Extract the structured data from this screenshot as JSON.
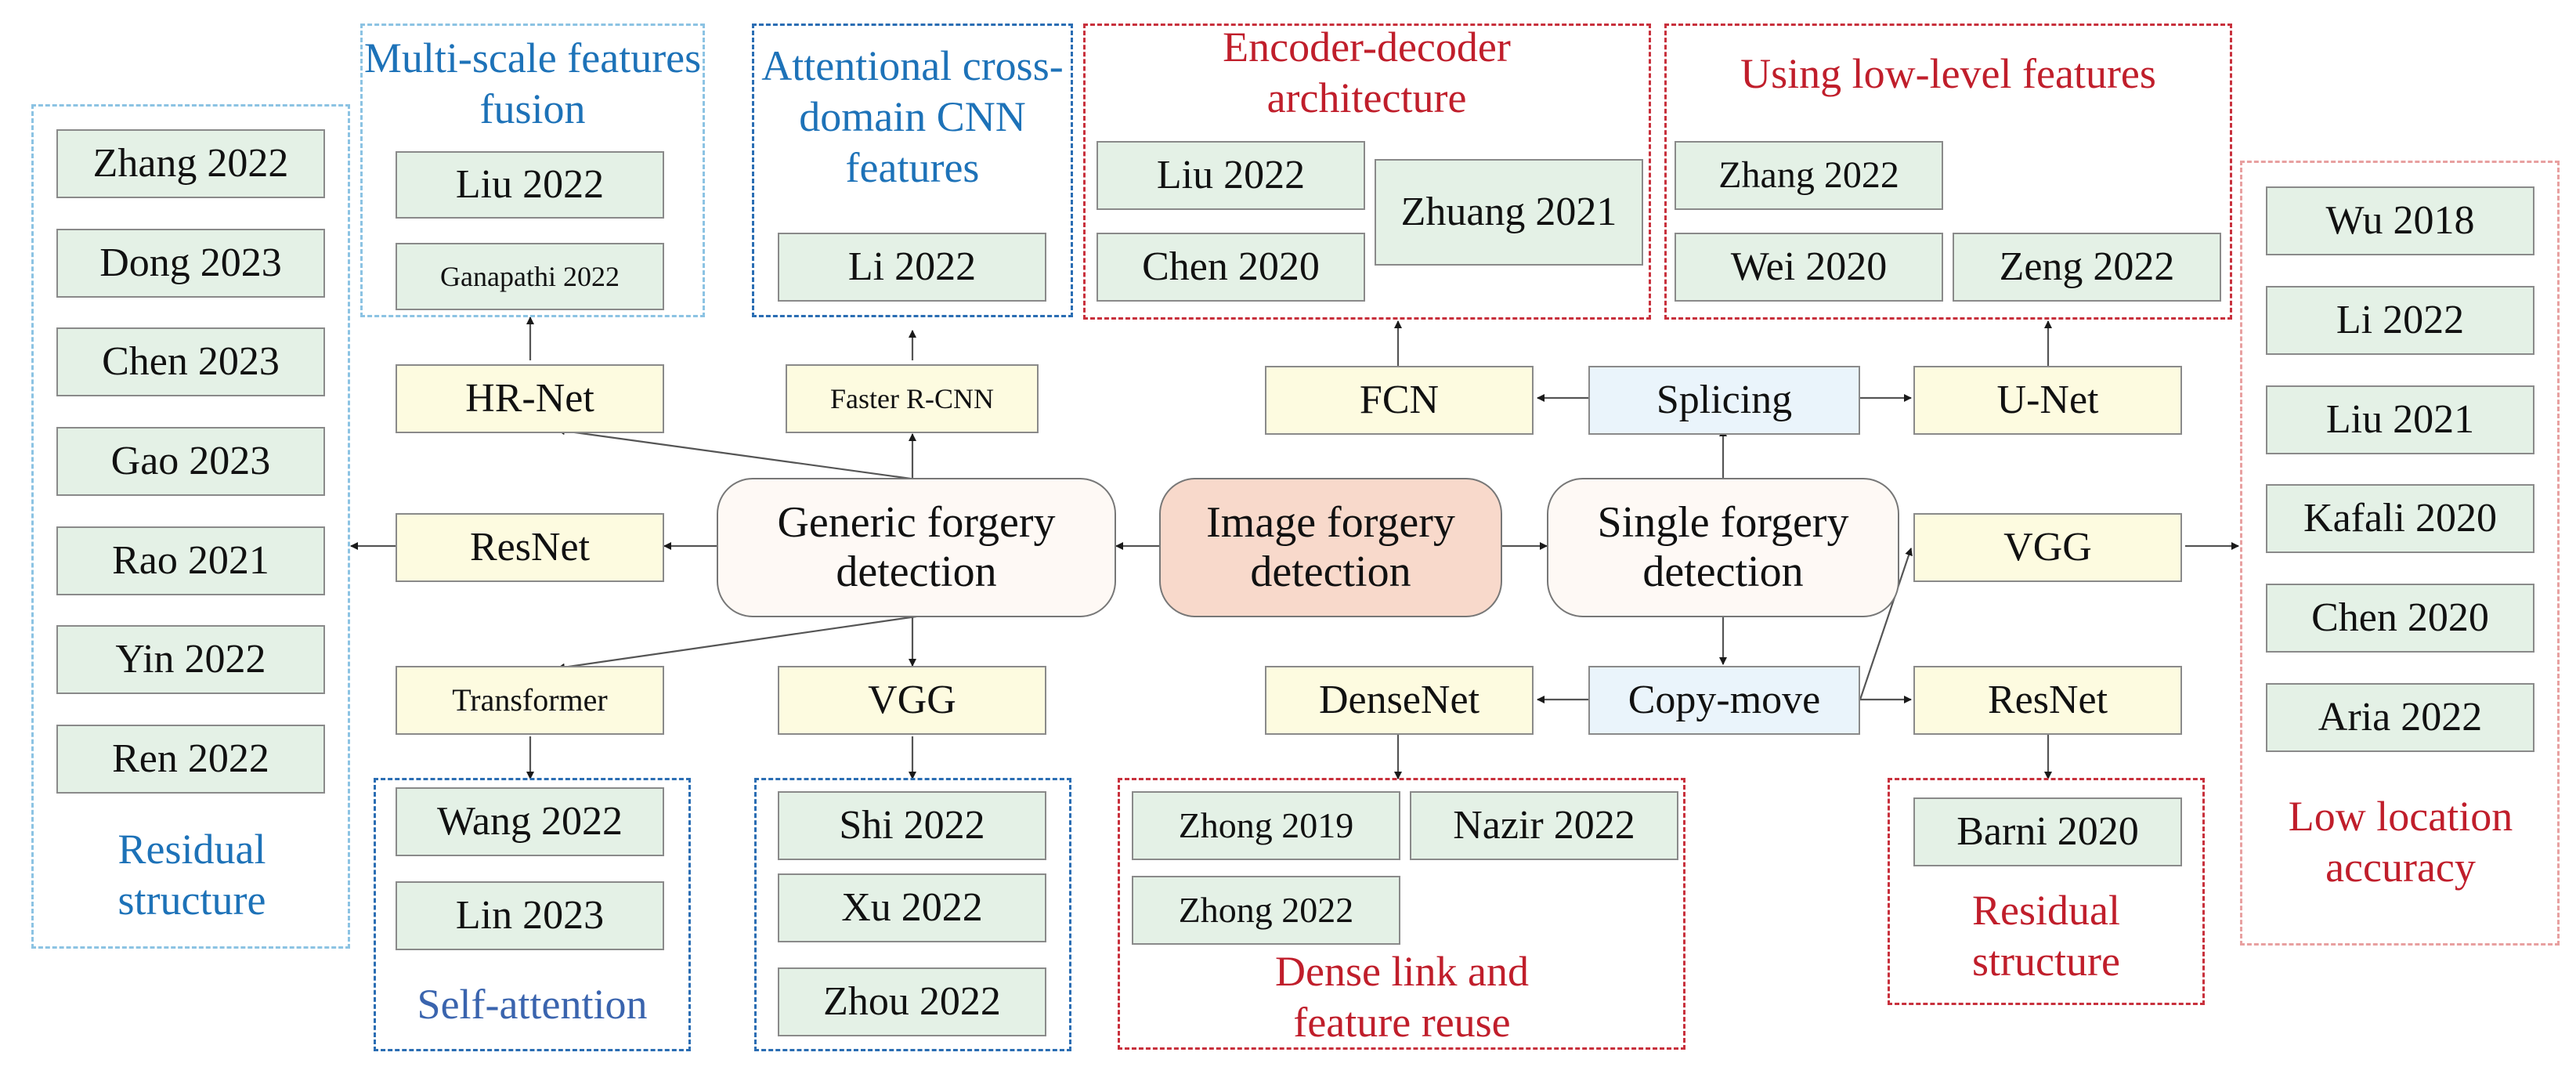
{
  "center": {
    "label": "Image forgery detection"
  },
  "generic": {
    "label": "Generic forgery detection"
  },
  "single": {
    "label": "Single forgery detection"
  },
  "branches": {
    "hrnet": "HR-Net",
    "faster_rcnn": "Faster R-CNN",
    "resnet_left": "ResNet",
    "transformer": "Transformer",
    "vgg_left": "VGG",
    "fcn": "FCN",
    "splicing": "Splicing",
    "unet": "U-Net",
    "vgg_right": "VGG",
    "densenet": "DenseNet",
    "copy_move": "Copy-move",
    "resnet_right": "ResNet"
  },
  "groups": {
    "residual_left": {
      "caption": "Residual structure",
      "refs": [
        "Zhang 2022",
        "Dong 2023",
        "Chen 2023",
        "Gao 2023",
        "Rao 2021",
        "Yin 2022",
        "Ren 2022"
      ]
    },
    "multiscale": {
      "caption": "Multi-scale features fusion",
      "refs": [
        "Liu 2022",
        "Ganapathi 2022"
      ]
    },
    "attentional": {
      "caption": "Attentional cross-domain CNN features",
      "refs": [
        "Li 2022"
      ]
    },
    "self_attention": {
      "caption": "Self-attention",
      "refs": [
        "Wang 2022",
        "Lin 2023"
      ]
    },
    "vgg_refs": {
      "refs": [
        "Shi 2022",
        "Xu 2022",
        "Zhou 2022"
      ]
    },
    "encoder_decoder": {
      "caption": "Encoder-decoder architecture",
      "refs": [
        "Liu 2022",
        "Chen 2020",
        "Zhuang 2021"
      ]
    },
    "low_level": {
      "caption": "Using low-level features",
      "refs": [
        "Zhang 2022",
        "Wei 2020",
        "Zeng 2022"
      ]
    },
    "low_location": {
      "caption": "Low location accuracy",
      "refs": [
        "Wu 2018",
        "Li 2022",
        "Liu 2021",
        "Kafali 2020",
        "Chen 2020",
        "Aria 2022"
      ]
    },
    "dense": {
      "caption": "Dense link and feature reuse",
      "refs": [
        "Zhong 2019",
        "Nazir 2022",
        "Zhong 2022"
      ]
    },
    "residual_right": {
      "caption": "Residual structure",
      "refs": [
        "Barni 2020"
      ]
    }
  },
  "colors": {
    "accent_blue": "#1d72b8",
    "accent_red": "#c01e2b",
    "root_fill": "#f8d9cb",
    "ref_fill": "#e4f1e6",
    "model_fill": "#fdfbe0"
  }
}
